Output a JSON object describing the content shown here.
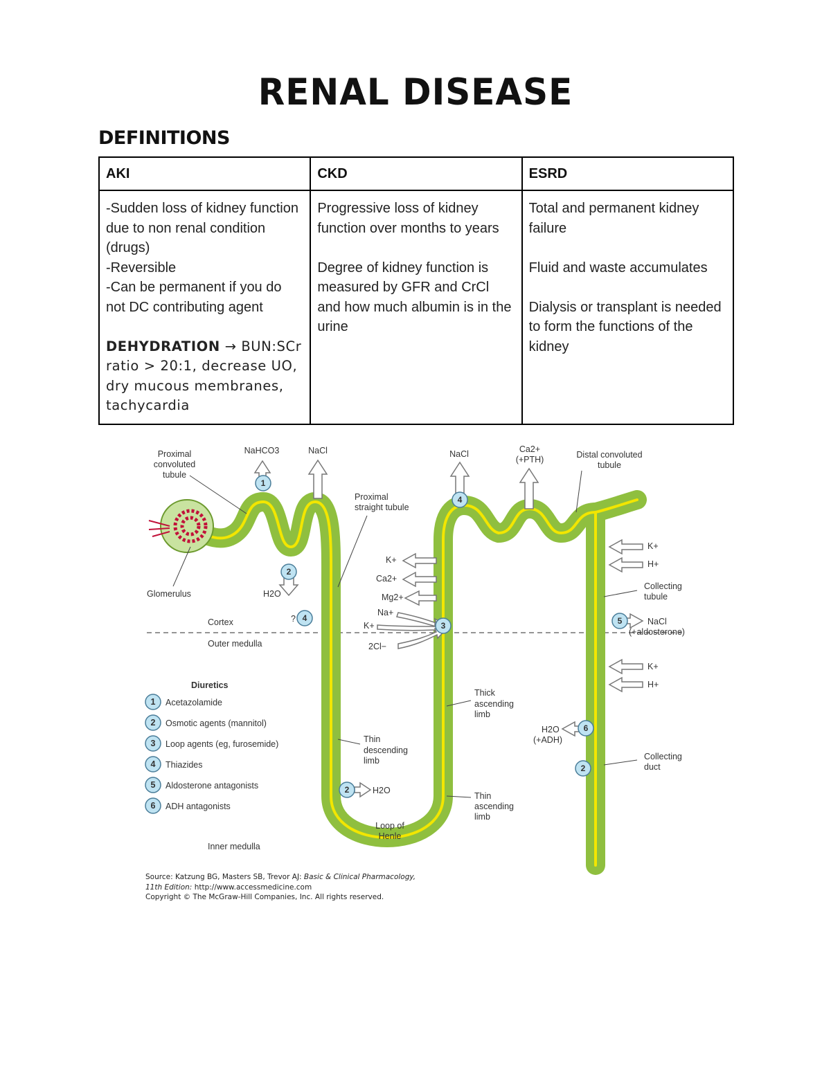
{
  "title": "RENAL DISEASE",
  "subtitle": "DEFINITIONS",
  "table": {
    "headers": [
      "AKI",
      "CKD",
      "ESRD"
    ],
    "aki": {
      "line1": "-Sudden loss of kidney function due to non renal condition (drugs)",
      "line2": "-Reversible",
      "line3": "-Can be permanent if you do not DC contributing agent",
      "dehydration_label": "DEHYDRATION",
      "dehydration_text": "→ BUN:SCr ratio > 20:1, decrease UO, dry mucous membranes, tachycardia"
    },
    "ckd": {
      "p1": "Progressive loss of kidney function over months to years",
      "p2": "Degree of kidney function is measured by GFR and CrCl and how much albumin is in the urine"
    },
    "esrd": {
      "p1": "Total and permanent kidney failure",
      "p2": "Fluid and waste accumulates",
      "p3": "Dialysis or transplant is needed to form the functions of the kidney"
    }
  },
  "diagram": {
    "labels": {
      "pct": [
        "Proximal",
        "convoluted",
        "tubule"
      ],
      "nahco3": "NaHCO3",
      "nacl1": "NaCl",
      "pst": [
        "Proximal",
        "straight tubule"
      ],
      "nacl2": "NaCl",
      "ca": "Ca2+",
      "pth": "(+PTH)",
      "dct": [
        "Distal convoluted",
        "tubule"
      ],
      "glomerulus": "Glomerulus",
      "h2o1": "H2O",
      "cortex": "Cortex",
      "outer_medulla": "Outer medulla",
      "inner_medulla": "Inner medulla",
      "q": "?",
      "ions_left": [
        "K+",
        "Ca2+",
        "Mg2+",
        "Na+",
        "K+",
        "2Cl−"
      ],
      "k_right1": "K+",
      "h_right1": "H+",
      "collecting_tubule": [
        "Collecting",
        "tubule"
      ],
      "nacl3": "NaCl",
      "aldosterone": "(+aldosterone)",
      "k_right2": "K+",
      "h_right2": "H+",
      "thick_ascending": [
        "Thick",
        "ascending",
        "limb"
      ],
      "thin_descending": [
        "Thin",
        "descending",
        "limb"
      ],
      "h2o2": "H2O",
      "adh": "(+ADH)",
      "collecting_duct": [
        "Collecting",
        "duct"
      ],
      "h2o3": "H2O",
      "thin_ascending": [
        "Thin",
        "ascending",
        "limb"
      ],
      "loop": [
        "Loop of",
        "Henle"
      ]
    },
    "legend_title": "Diuretics",
    "legend": [
      {
        "num": "1",
        "label": "Acetazolamide"
      },
      {
        "num": "2",
        "label": "Osmotic agents (mannitol)"
      },
      {
        "num": "3",
        "label": "Loop agents (eg, furosemide)"
      },
      {
        "num": "4",
        "label": "Thiazides"
      },
      {
        "num": "5",
        "label": "Aldosterone antagonists"
      },
      {
        "num": "6",
        "label": "ADH antagonists"
      }
    ],
    "markers": [
      "1",
      "2",
      "4",
      "3",
      "4",
      "5",
      "6",
      "2",
      "2"
    ],
    "colors": {
      "tubule": "#8fbf3f",
      "lumen": "#f2e600",
      "marker": "#bfe3f2"
    }
  },
  "source": {
    "line1_a": "Source: Katzung BG, Masters SB, Trevor AJ: ",
    "line1_b": "Basic & Clinical Pharmacology,",
    "line2_a": "11th Edition: ",
    "line2_b": "http://www.accessmedicine.com",
    "line3": "Copyright © The McGraw-Hill Companies, Inc. All rights reserved."
  }
}
